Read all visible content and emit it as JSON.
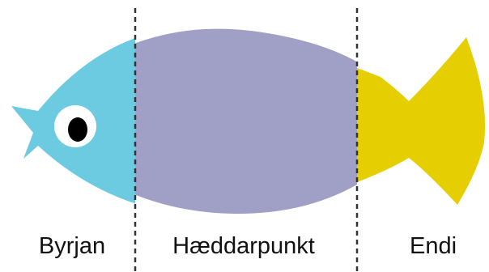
{
  "labels": {
    "start": "Byrjan",
    "middle": "Hæddarpunkt",
    "end": "Endi"
  },
  "colors": {
    "head": "#6ccbe1",
    "body": "#a0a0c6",
    "tail": "#e5cf02",
    "eye_white": "#ffffff",
    "pupil": "#000000",
    "divider": "#333333",
    "text": "#111111"
  }
}
